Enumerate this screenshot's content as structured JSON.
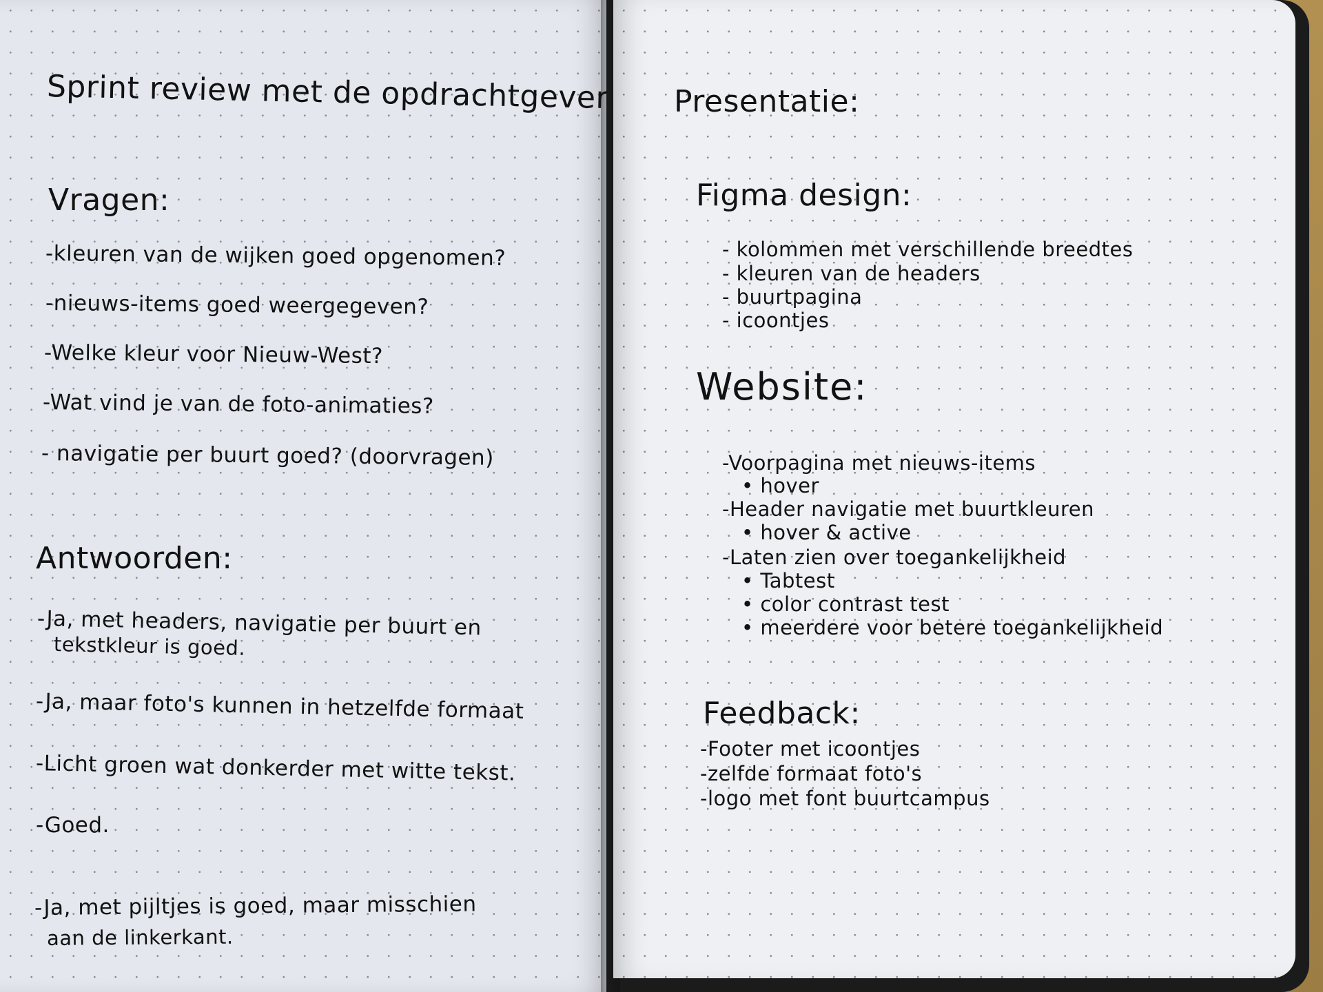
{
  "left_page": {
    "title": "Sprint review met de opdrachtgever",
    "questions_heading": "Vragen:",
    "questions": [
      "-kleuren van de wijken goed opgenomen?",
      "-nieuws-items goed weergegeven?",
      "-Welke kleur voor Nieuw-West?",
      "-Wat vind je van de foto-animaties?",
      "- navigatie per buurt goed? (doorvragen)"
    ],
    "answers_heading": "Antwoorden:",
    "answers": [
      {
        "line1": "-Ja, met headers, navigatie per buurt en",
        "line2": "tekstkleur is goed."
      },
      {
        "line1": "-Ja, maar foto's kunnen in hetzelfde formaat",
        "line2": ""
      },
      {
        "line1": "-Licht groen wat donkerder met witte tekst.",
        "line2": ""
      },
      {
        "line1": "-Goed.",
        "line2": ""
      },
      {
        "line1": "-Ja, met pijltjes is goed, maar misschien",
        "line2": "aan de linkerkant."
      }
    ]
  },
  "right_page": {
    "title": "Presentatie:",
    "figma_heading": "Figma design:",
    "figma_items": [
      "- kolommen met verschillende breedtes",
      "- kleuren van de headers",
      "- buurtpagina",
      "- icoontjes"
    ],
    "website_heading": "Website:",
    "website_items": [
      "-Voorpagina met nieuws-items",
      "• hover",
      "-Header navigatie met buurtkleuren",
      "• hover & active",
      "-Laten zien over toegankelijkheid",
      "• Tabtest",
      "• color contrast test",
      "• meerdere voor betere toegankelijkheid"
    ],
    "feedback_heading": "Feedback:",
    "feedback_items": [
      "-Footer met icoontjes",
      "-zelfde formaat foto's",
      "-logo met font buurtcampus"
    ]
  }
}
